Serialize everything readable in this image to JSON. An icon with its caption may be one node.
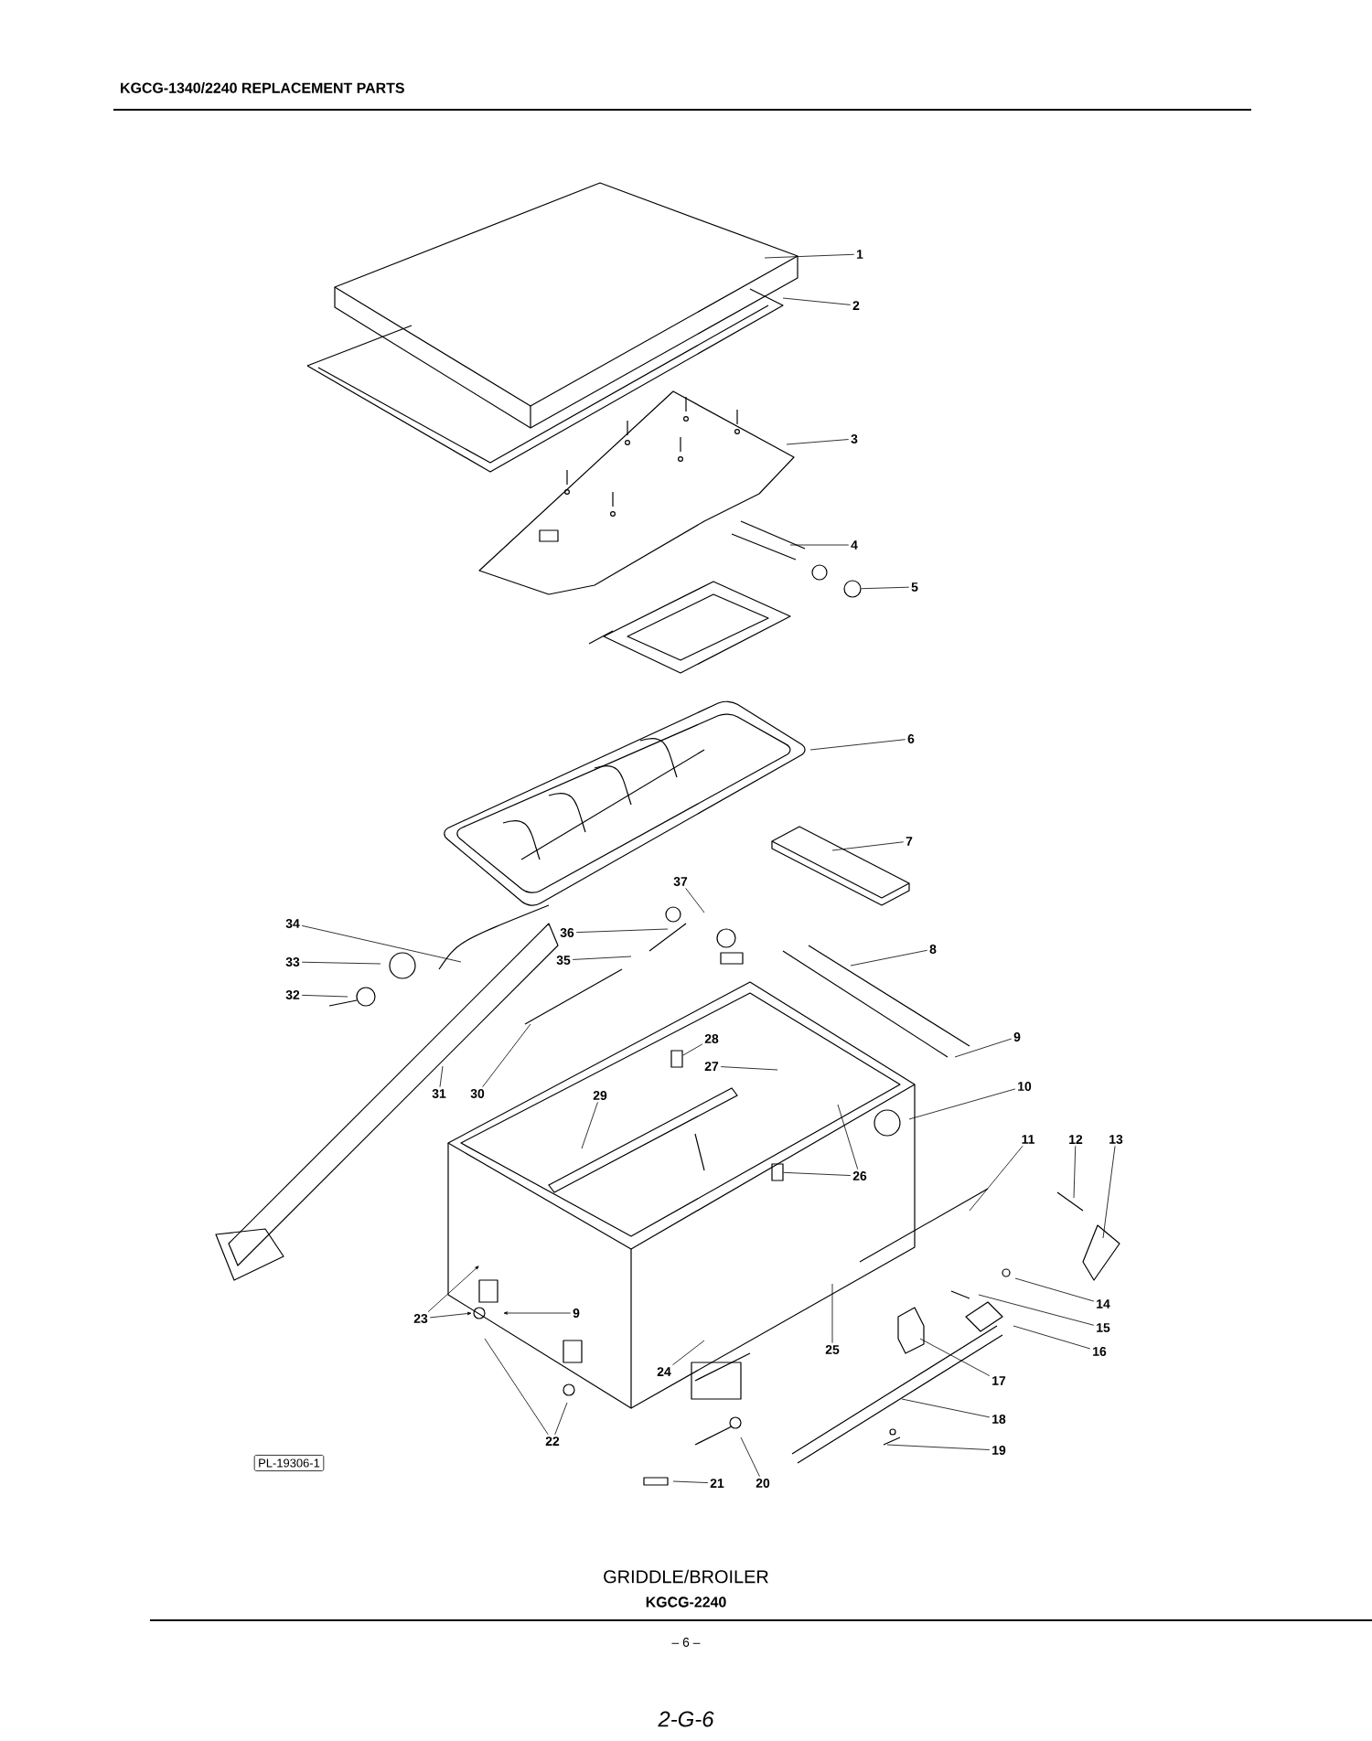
{
  "diagram": {
    "title": "KGCG-1340/2240 REPLACEMENT PARTS",
    "caption": "GRIDDLE/BROILER",
    "nodes": [
      {
        "text": [
          "1"
        ]
      },
      {
        "text": [
          "2"
        ]
      },
      {
        "text": [
          "3"
        ]
      },
      {
        "text": [
          "4"
        ]
      },
      {
        "text": [
          "5"
        ]
      },
      {
        "text": [
          "6"
        ]
      },
      {
        "text": [
          "7"
        ]
      },
      {
        "text": [
          "37"
        ]
      },
      {
        "text": [
          "34"
        ]
      },
      {
        "text": [
          "36"
        ]
      },
      {
        "text": [
          "8"
        ]
      },
      {
        "text": [
          "33"
        ]
      },
      {
        "text": [
          "35"
        ]
      },
      {
        "text": [
          "32"
        ]
      },
      {
        "text": [
          "9"
        ]
      },
      {
        "text": [
          "28"
        ]
      },
      {
        "text": [
          "27"
        ]
      },
      {
        "text": [
          "10"
        ]
      },
      {
        "text": [
          "31"
        ]
      },
      {
        "text": [
          "30"
        ]
      },
      {
        "text": [
          "29"
        ]
      },
      {
        "text": [
          "11"
        ]
      },
      {
        "text": [
          "12"
        ]
      },
      {
        "text": [
          "13"
        ]
      },
      {
        "text": [
          "26"
        ]
      },
      {
        "text": [
          "14"
        ]
      },
      {
        "text": [
          "23"
        ]
      },
      {
        "text": [
          "9"
        ]
      },
      {
        "text": [
          "15"
        ]
      },
      {
        "text": [
          "16"
        ]
      },
      {
        "text": [
          "25"
        ]
      },
      {
        "text": [
          "24"
        ]
      },
      {
        "text": [
          "17"
        ]
      },
      {
        "text": [
          "18"
        ]
      },
      {
        "text": [
          "22"
        ]
      },
      {
        "text": [
          "19"
        ]
      },
      {
        "text": [
          "PL-19306-1"
        ]
      },
      {
        "text": [
          "21"
        ]
      },
      {
        "text": [
          "20"
        ]
      },
      {
        "text": [],
        "shape": "circle"
      },
      {
        "text": [],
        "shape": "box"
      },
      {
        "text": [],
        "shape": "box"
      }
    ],
    "edges": [
      {
        "from": 0,
        "to": null,
        "arrow": "none"
      },
      {
        "from": 1,
        "to": null,
        "arrow": "none"
      },
      {
        "from": 2,
        "to": null,
        "arrow": "none"
      },
      {
        "from": 3,
        "to": null,
        "arrow": "none"
      },
      {
        "from": 4,
        "to": 39,
        "arrow": "none"
      },
      {
        "from": 5,
        "to": null,
        "arrow": "none"
      },
      {
        "from": 6,
        "to": null,
        "arrow": "none"
      },
      {
        "from": 7,
        "to": null,
        "arrow": "none"
      },
      {
        "from": 8,
        "to": null,
        "arrow": "none"
      },
      {
        "from": 9,
        "to": null,
        "arrow": "none"
      },
      {
        "from": 10,
        "to": null,
        "arrow": "none"
      },
      {
        "from": 11,
        "to": null,
        "arrow": "none"
      },
      {
        "from": 12,
        "to": null,
        "arrow": "none"
      },
      {
        "from": 13,
        "to": null,
        "arrow": "none"
      },
      {
        "from": 14,
        "to": null,
        "arrow": "none"
      },
      {
        "from": 15,
        "to": 40,
        "arrow": "none"
      },
      {
        "from": 16,
        "to": null,
        "arrow": "none"
      },
      {
        "from": 17,
        "to": null,
        "arrow": "none"
      },
      {
        "from": 18,
        "to": null,
        "arrow": "none"
      },
      {
        "from": 19,
        "to": null,
        "arrow": "none"
      },
      {
        "from": 20,
        "to": null,
        "arrow": "none"
      },
      {
        "from": 21,
        "to": null,
        "arrow": "none"
      },
      {
        "from": 22,
        "to": null,
        "arrow": "none"
      },
      {
        "from": 23,
        "to": null,
        "arrow": "none"
      },
      {
        "from": 24,
        "to": 41,
        "arrow": "none"
      },
      {
        "from": 24,
        "to": null,
        "arrow": "none"
      },
      {
        "from": 25,
        "to": null,
        "arrow": "none"
      },
      {
        "from": 26,
        "to": null,
        "arrow": "to"
      },
      {
        "from": 26,
        "to": null,
        "arrow": "to"
      },
      {
        "from": 27,
        "to": null,
        "arrow": "to"
      },
      {
        "from": 28,
        "to": null,
        "arrow": "none"
      },
      {
        "from": 29,
        "to": null,
        "arrow": "none"
      },
      {
        "from": 30,
        "to": null,
        "arrow": "none"
      },
      {
        "from": 31,
        "to": null,
        "arrow": "none"
      },
      {
        "from": 32,
        "to": null,
        "arrow": "none"
      },
      {
        "from": 33,
        "to": null,
        "arrow": "none"
      },
      {
        "from": 34,
        "to": null,
        "arrow": "none"
      },
      {
        "from": 34,
        "to": null,
        "arrow": "none"
      },
      {
        "from": 35,
        "to": null,
        "arrow": "none"
      },
      {
        "from": 37,
        "to": null,
        "arrow": "none"
      },
      {
        "from": 38,
        "to": null,
        "arrow": "none"
      }
    ],
    "labels": [
      "KGCG-2240",
      "– 6 –",
      "2-G-6"
    ]
  }
}
